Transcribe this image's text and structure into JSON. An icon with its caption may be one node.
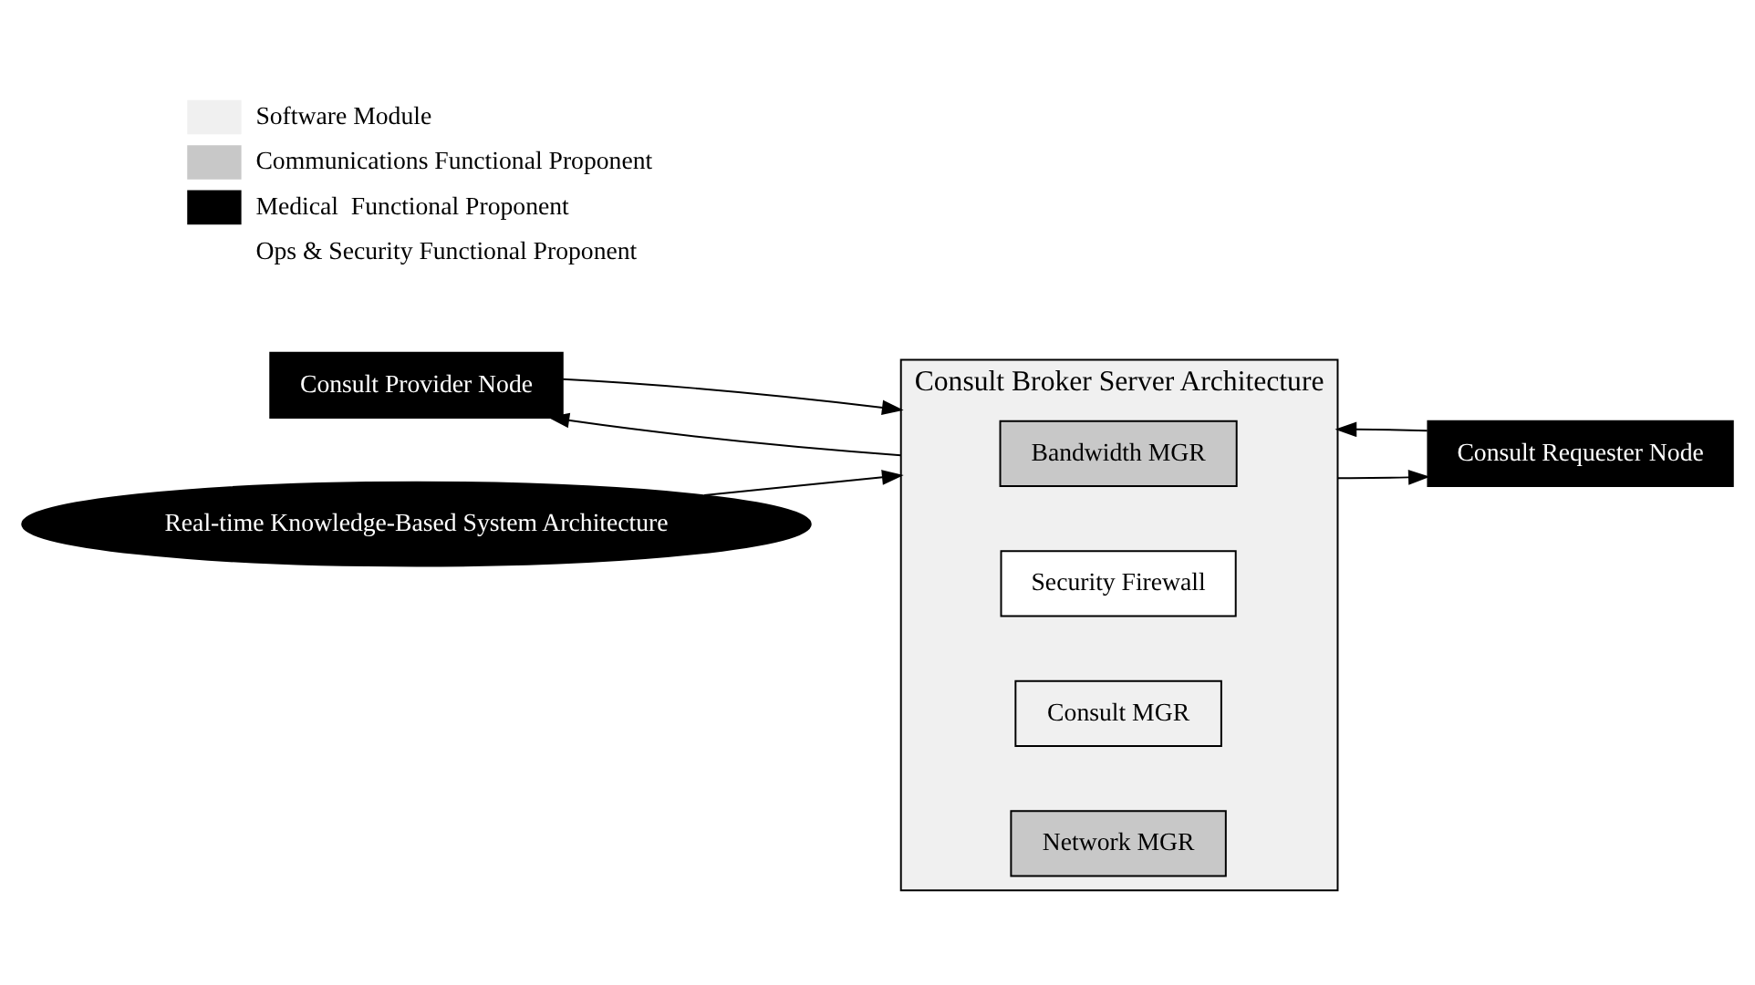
{
  "diagram": {
    "nodes": [
      {
        "text": [
          "Consult Provider Node"
        ]
      },
      {
        "text": [
          "Consult Broker Server Architecture"
        ]
      },
      {
        "text": [
          "Bandwidth MGR"
        ],
        "in": 1
      },
      {
        "text": [
          "Security Firewall"
        ],
        "in": 1
      },
      {
        "text": [
          "Consult MGR"
        ],
        "in": 1
      },
      {
        "text": [
          "Network MGR"
        ],
        "in": 1
      },
      {
        "text": [
          "Consult Requester Node"
        ]
      },
      {
        "text": [
          "Real-time Knowledge-Based System Architecture"
        ]
      }
    ],
    "edges": [
      {
        "from": 0,
        "to": 1,
        "arrow": "to"
      },
      {
        "from": 1,
        "to": 0,
        "arrow": "to"
      },
      {
        "from": 1,
        "to": 6,
        "arrow": "to"
      },
      {
        "from": 6,
        "to": 1,
        "arrow": "to"
      },
      {
        "from": 7,
        "to": 1,
        "arrow": "to"
      }
    ],
    "legend": [
      {
        "text": "Software Module",
        "color": "#f0f0f0"
      },
      {
        "text": "Communications Functional Proponent",
        "color": "#c8c8c8"
      },
      {
        "text": "Medical  Functional Proponent",
        "color": "#000000"
      },
      {
        "text": "Ops & Security Functional Proponent",
        "color": "#ffffff"
      }
    ]
  }
}
